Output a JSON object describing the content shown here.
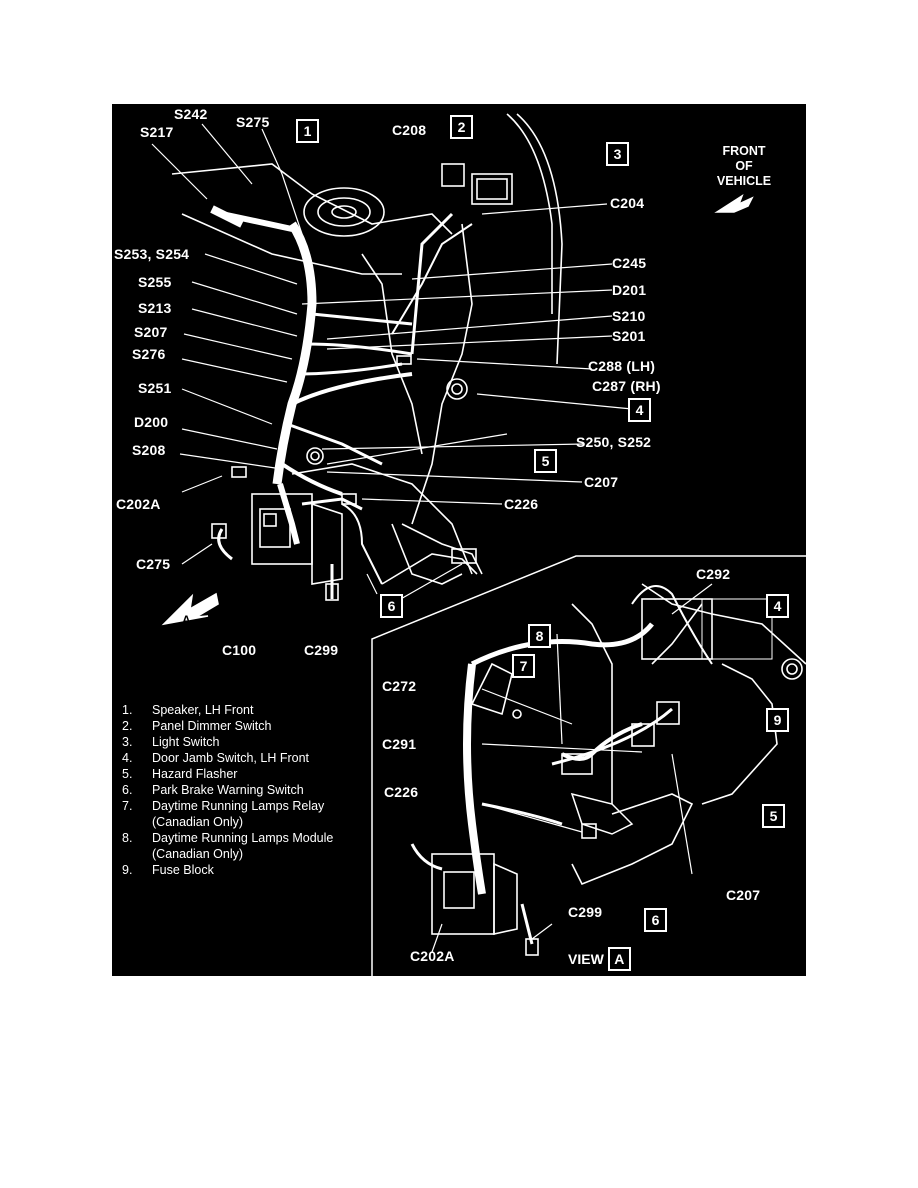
{
  "labels": {
    "s242": "S242",
    "s217": "S217",
    "s275": "S275",
    "c208": "C208",
    "c204": "C204",
    "s253_s254": "S253, S254",
    "c245": "C245",
    "s255": "S255",
    "d201": "D201",
    "s213": "S213",
    "s210": "S210",
    "s207": "S207",
    "s201": "S201",
    "s276": "S276",
    "c288": "C288 (LH)",
    "c287": "C287 (RH)",
    "s251": "S251",
    "d200": "D200",
    "s250_s252": "S250, S252",
    "s208": "S208",
    "c207": "C207",
    "c202a": "C202A",
    "c226": "C226",
    "c275": "C275",
    "c100": "C100",
    "c299": "C299",
    "v_c292": "C292",
    "v_c272": "C272",
    "v_c291": "C291",
    "v_c226": "C226",
    "v_c207": "C207",
    "v_c299": "C299",
    "v_c202a": "C202A"
  },
  "callouts": {
    "b1": "1",
    "b2": "2",
    "b3": "3",
    "b4": "4",
    "b5": "5",
    "b6": "6",
    "v_b4": "4",
    "v_b5": "5",
    "v_b6": "6",
    "v_b7": "7",
    "v_b8": "8",
    "v_b9": "9",
    "view_box": "A",
    "view_label": "VIEW"
  },
  "front_of_vehicle": {
    "line1": "FRONT",
    "line2": "OF",
    "line3": "VEHICLE"
  },
  "view_arrow_letter": "A",
  "legend": [
    {
      "num": "1.",
      "text": "Speaker, LH Front"
    },
    {
      "num": "2.",
      "text": "Panel Dimmer Switch"
    },
    {
      "num": "3.",
      "text": "Light Switch"
    },
    {
      "num": "4.",
      "text": "Door Jamb Switch, LH Front"
    },
    {
      "num": "5.",
      "text": "Hazard Flasher"
    },
    {
      "num": "6.",
      "text": "Park Brake Warning Switch"
    },
    {
      "num": "7.",
      "text": "Daytime Running Lamps Relay"
    },
    {
      "num": "",
      "text": "(Canadian Only)"
    },
    {
      "num": "8.",
      "text": "Daytime Running Lamps Module"
    },
    {
      "num": "",
      "text": "(Canadian Only)"
    },
    {
      "num": "9.",
      "text": "Fuse Block"
    }
  ],
  "colors": {
    "background": "#000000",
    "line": "#ffffff",
    "page": "#ffffff"
  }
}
